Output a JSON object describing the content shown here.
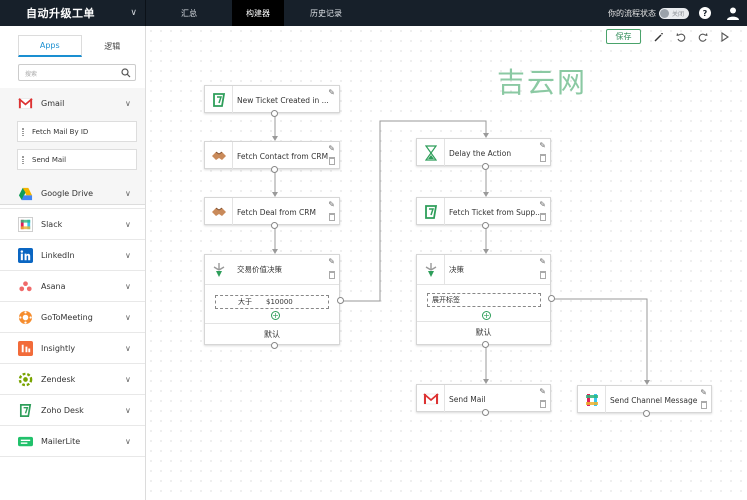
{
  "header": {
    "app_title": "自动升级工单",
    "tabs": [
      "汇总",
      "构建器",
      "历史记录"
    ],
    "status_label": "你的流程状态",
    "toggle_label": "关闭",
    "help_label": "?"
  },
  "sidebar": {
    "tabs": [
      "Apps",
      "逻辑"
    ],
    "search_placeholder": "搜索",
    "gmail": {
      "name": "Gmail",
      "actions": [
        "Fetch Mail By ID",
        "Send Mail"
      ]
    },
    "apps": [
      "Google Drive",
      "Slack",
      "LinkedIn",
      "Asana",
      "GoToMeeting",
      "Insightly",
      "Zendesk",
      "Zoho Desk",
      "MailerLite"
    ]
  },
  "toolbar": {
    "save_label": "保存"
  },
  "watermark": "吉云网",
  "flow": {
    "left": {
      "n1": "New Ticket Created in ...",
      "n2": "Fetch Contact from CRM",
      "n3": "Fetch Deal from CRM",
      "decision": {
        "title": "交易价值决策",
        "cond_op": "大于",
        "cond_val": "$10000",
        "default": "默认"
      }
    },
    "right": {
      "n1": "Delay the Action",
      "n2": "Fetch Ticket from Supp...",
      "decision": {
        "title": "决策",
        "cond": "展开标签",
        "default": "默认"
      },
      "send_mail": "Send Mail",
      "slack": "Send Channel Message"
    }
  },
  "colors": {
    "accent": "#1a8fd1",
    "save_green": "#2e8b57",
    "topbar": "#17202a"
  }
}
